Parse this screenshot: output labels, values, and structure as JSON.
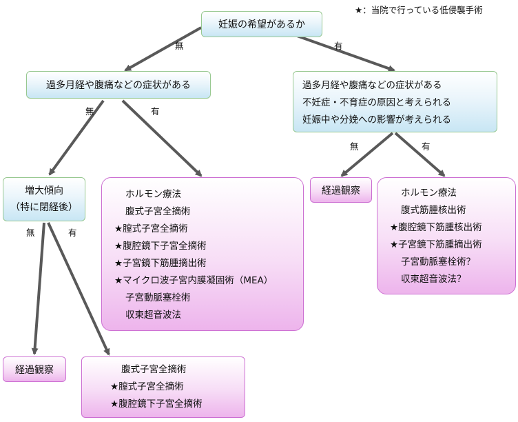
{
  "legend": "★：当院で行っている低侵襲手術",
  "root": "妊娠の希望があるか",
  "labels": {
    "no": "無",
    "yes": "有"
  },
  "left_branch": {
    "question": "過多月経や腹痛などの症状がある",
    "growth": [
      "増大傾向",
      "（特に閉経後）"
    ],
    "observe": "経過観察",
    "treatments": [
      "ホルモン療法",
      "腹式子宮全摘術",
      "★膣式子宮全摘術",
      "★腹腔鏡下子宮全摘術",
      "★子宮鏡下筋腫摘出術",
      "★マイクロ波子宮内膜凝固術（MEA）",
      "子宮動脈塞栓術",
      "収束超音波法"
    ],
    "growth_treatments": [
      "腹式子宮全摘術",
      "★膣式子宮全摘術",
      "★腹腔鏡下子宮全摘術"
    ]
  },
  "right_branch": {
    "questions": [
      "過多月経や腹痛などの症状がある",
      "不妊症・不育症の原因と考えられる",
      "妊娠中や分娩への影響が考えられる"
    ],
    "observe": "経過観察",
    "treatments": [
      "ホルモン療法",
      "腹式筋腫核出術",
      "★腹腔鏡下筋腫核出術",
      "★子宮鏡下筋腫摘出術",
      "子宮動脈塞栓術？",
      "収束超音波法？"
    ]
  },
  "colors": {
    "arrow": "#595959",
    "node_border": "#97c890",
    "pink_border": "#cc6fd2"
  }
}
